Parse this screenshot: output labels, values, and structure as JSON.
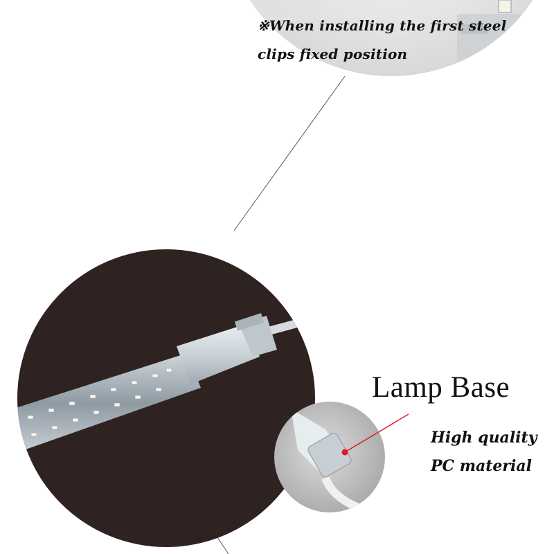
{
  "callout_top": {
    "line1": "※When installing the first steel",
    "line2": "clips fixed position"
  },
  "lamp_base": {
    "title": "Lamp Base",
    "desc_line1": "High quality",
    "desc_line2": "PC material"
  },
  "colors": {
    "dark_circle": "#2e2321",
    "pointer": "#e0182a",
    "text": "#111111"
  }
}
